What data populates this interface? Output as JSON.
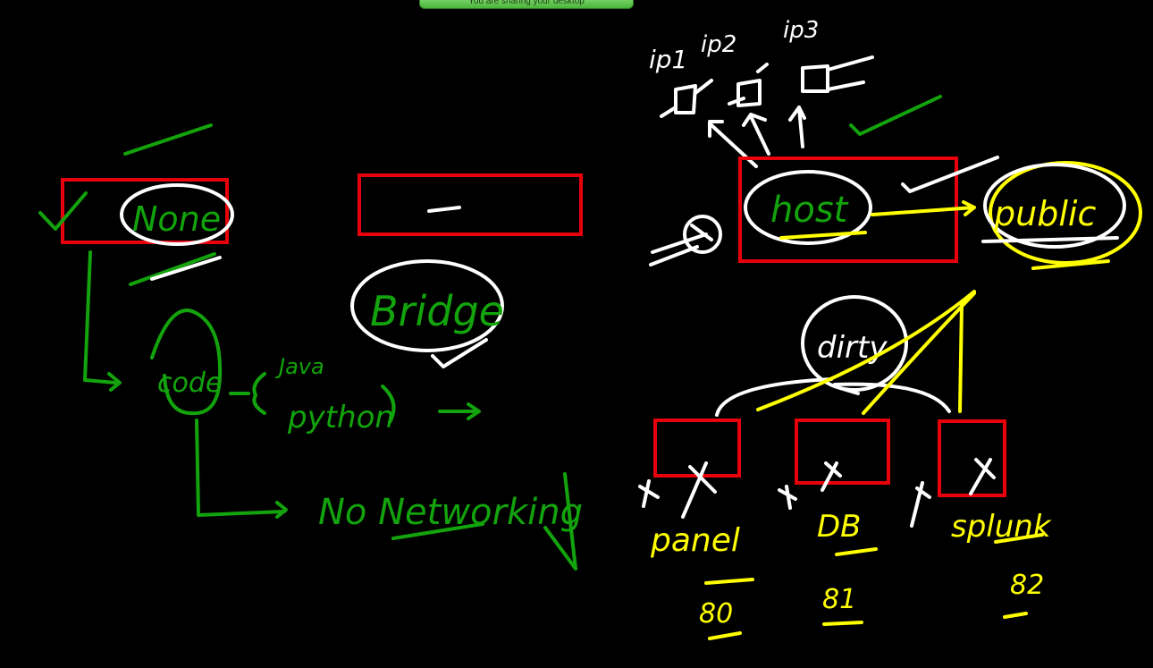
{
  "banner": {
    "text": "You are sharing your desktop"
  },
  "colors": {
    "background": "#000000",
    "red": "#e8000b",
    "white": "#ffffff",
    "green": "#13a30c",
    "yellow": "#ffff00"
  },
  "whiteboard": {
    "left": {
      "none_label": "None",
      "code_label": "code",
      "java_label": "Java",
      "python_label": "python",
      "no_networking_label": "No Networking",
      "bridge_label": "Bridge",
      "dash_label": "—"
    },
    "right": {
      "ip1_label": "ip1",
      "ip2_label": "ip2",
      "ip3_label": "ip3",
      "host_label": "host",
      "public_label": "public",
      "dirty_label": "dirty",
      "panel_label": "panel",
      "db_label": "DB",
      "splunk_label": "splunk",
      "port_panel": "80",
      "port_db": "81",
      "port_splunk": "82"
    }
  }
}
